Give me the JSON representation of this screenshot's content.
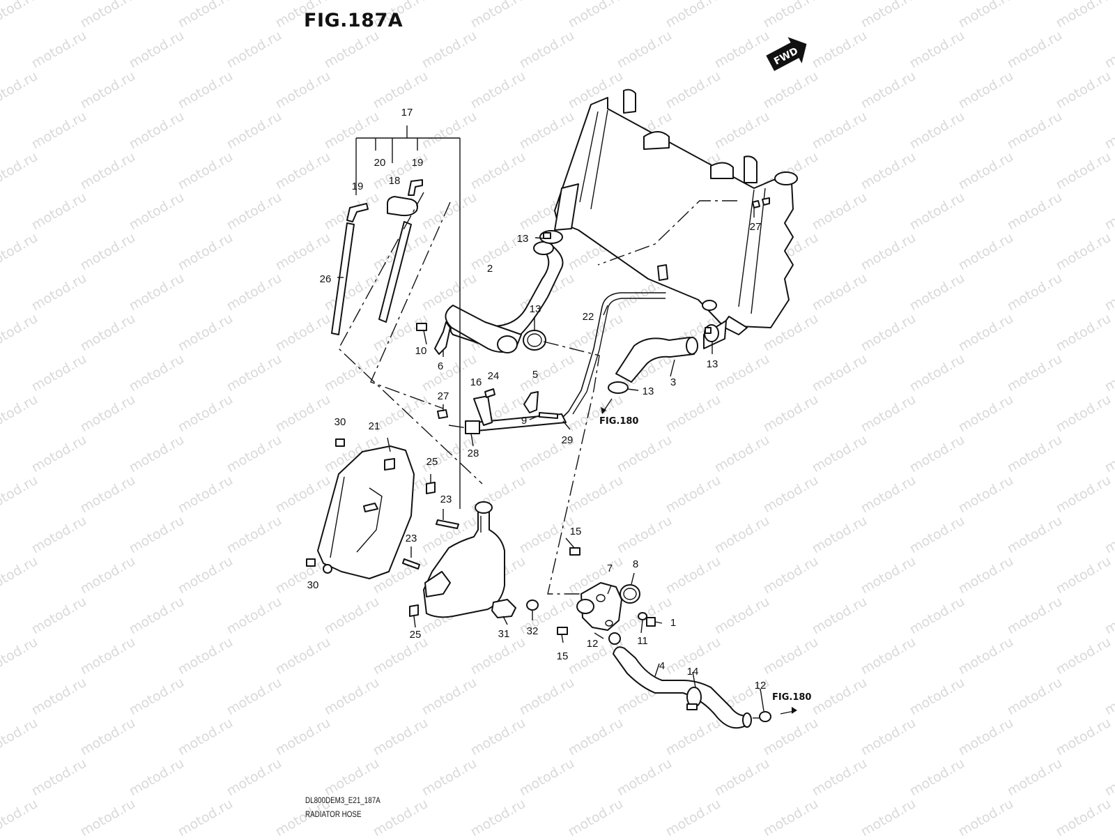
{
  "figure": {
    "title": "FIG.187A",
    "drawing_code": "DL800DEM3_E21_187A",
    "drawing_name": "RADIATOR HOSE",
    "direction_label": "FWD",
    "watermark": "motod.ru"
  },
  "references": [
    {
      "id": "ref-upper",
      "label": "FIG.180"
    },
    {
      "id": "ref-lower",
      "label": "FIG.180"
    }
  ],
  "callouts": [
    {
      "key": "c17",
      "label": "17"
    },
    {
      "key": "c20",
      "label": "20"
    },
    {
      "key": "c19a",
      "label": "19"
    },
    {
      "key": "c19b",
      "label": "19"
    },
    {
      "key": "c18",
      "label": "18"
    },
    {
      "key": "c26",
      "label": "26"
    },
    {
      "key": "c13a",
      "label": "13"
    },
    {
      "key": "c2",
      "label": "2"
    },
    {
      "key": "c13b",
      "label": "13"
    },
    {
      "key": "c22",
      "label": "22"
    },
    {
      "key": "c27a",
      "label": "27"
    },
    {
      "key": "c13c",
      "label": "13"
    },
    {
      "key": "c3",
      "label": "3"
    },
    {
      "key": "c13d",
      "label": "13"
    },
    {
      "key": "c10",
      "label": "10"
    },
    {
      "key": "c6",
      "label": "6"
    },
    {
      "key": "c16",
      "label": "16"
    },
    {
      "key": "c24",
      "label": "24"
    },
    {
      "key": "c5",
      "label": "5"
    },
    {
      "key": "c27b",
      "label": "27"
    },
    {
      "key": "c9",
      "label": "9"
    },
    {
      "key": "c28",
      "label": "28"
    },
    {
      "key": "c29",
      "label": "29"
    },
    {
      "key": "c30a",
      "label": "30"
    },
    {
      "key": "c21",
      "label": "21"
    },
    {
      "key": "c25a",
      "label": "25"
    },
    {
      "key": "c23a",
      "label": "23"
    },
    {
      "key": "c23b",
      "label": "23"
    },
    {
      "key": "c30b",
      "label": "30"
    },
    {
      "key": "c25b",
      "label": "25"
    },
    {
      "key": "c15a",
      "label": "15"
    },
    {
      "key": "c7",
      "label": "7"
    },
    {
      "key": "c8",
      "label": "8"
    },
    {
      "key": "c1",
      "label": "1"
    },
    {
      "key": "c31",
      "label": "31"
    },
    {
      "key": "c32",
      "label": "32"
    },
    {
      "key": "c11",
      "label": "11"
    },
    {
      "key": "c12a",
      "label": "12"
    },
    {
      "key": "c15b",
      "label": "15"
    },
    {
      "key": "c4",
      "label": "4"
    },
    {
      "key": "c14",
      "label": "14"
    },
    {
      "key": "c12b",
      "label": "12"
    }
  ]
}
